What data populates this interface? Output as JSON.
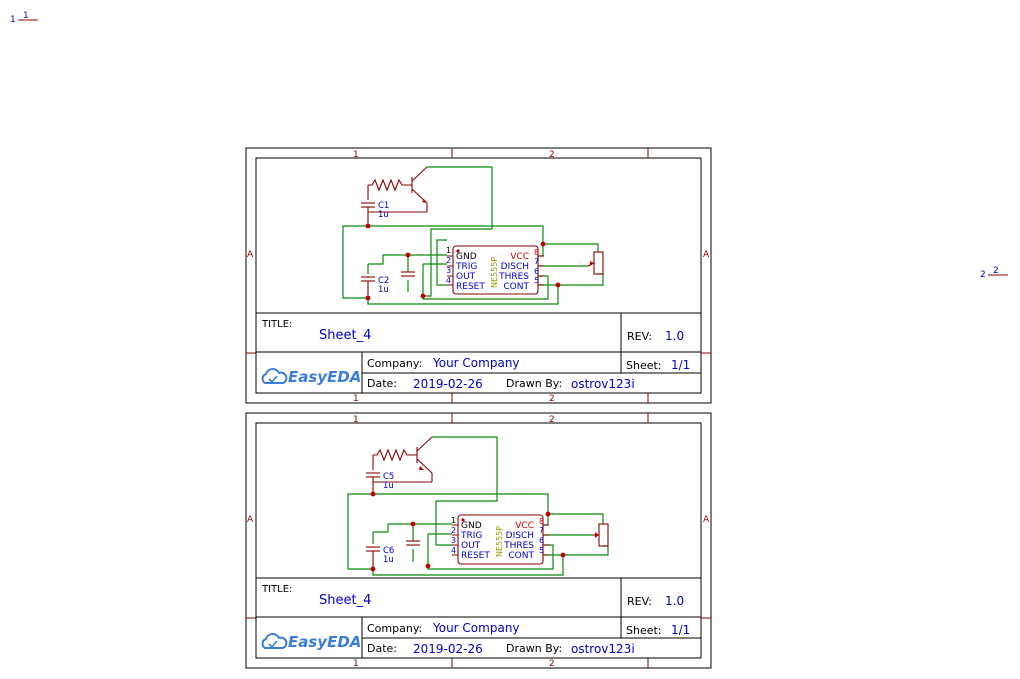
{
  "corner_markers": [
    {
      "number": "1",
      "label": "1"
    },
    {
      "number": "2",
      "label": "2"
    }
  ],
  "sheets": [
    {
      "col_labels": [
        "1",
        "2"
      ],
      "row_label": "A",
      "title_label": "TITLE:",
      "title": "Sheet_4",
      "rev_label": "REV:",
      "rev": "1.0",
      "company_label": "Company:",
      "company": "Your Company",
      "sheet_label": "Sheet:",
      "sheet": "1/1",
      "date_label": "Date:",
      "date": "2019-02-26",
      "drawn_label": "Drawn By:",
      "drawn_by": "ostrov123i",
      "logo": "EasyEDA",
      "capacitors": [
        {
          "ref": "C1",
          "value": "1u"
        },
        {
          "ref": "C2",
          "value": "1u"
        }
      ],
      "ic": {
        "part": "NE555P",
        "left_pins": [
          {
            "num": "1",
            "name": "GND"
          },
          {
            "num": "2",
            "name": "TRIG"
          },
          {
            "num": "3",
            "name": "OUT"
          },
          {
            "num": "4",
            "name": "RESET"
          }
        ],
        "right_pins": [
          {
            "num": "8",
            "name": "VCC"
          },
          {
            "num": "7",
            "name": "DISCH"
          },
          {
            "num": "6",
            "name": "THRES"
          },
          {
            "num": "5",
            "name": "CONT"
          }
        ]
      }
    },
    {
      "col_labels": [
        "1",
        "2"
      ],
      "row_label": "A",
      "title_label": "TITLE:",
      "title": "Sheet_4",
      "rev_label": "REV:",
      "rev": "1.0",
      "company_label": "Company:",
      "company": "Your Company",
      "sheet_label": "Sheet:",
      "sheet": "1/1",
      "date_label": "Date:",
      "date": "2019-02-26",
      "drawn_label": "Drawn By:",
      "drawn_by": "ostrov123i",
      "logo": "EasyEDA",
      "capacitors": [
        {
          "ref": "C5",
          "value": "1u"
        },
        {
          "ref": "C6",
          "value": "1u"
        }
      ],
      "ic": {
        "part": "NE555P",
        "left_pins": [
          {
            "num": "1",
            "name": "GND"
          },
          {
            "num": "2",
            "name": "TRIG"
          },
          {
            "num": "3",
            "name": "OUT"
          },
          {
            "num": "4",
            "name": "RESET"
          }
        ],
        "right_pins": [
          {
            "num": "8",
            "name": "VCC"
          },
          {
            "num": "7",
            "name": "DISCH"
          },
          {
            "num": "6",
            "name": "THRES"
          },
          {
            "num": "5",
            "name": "CONT"
          }
        ]
      }
    }
  ]
}
